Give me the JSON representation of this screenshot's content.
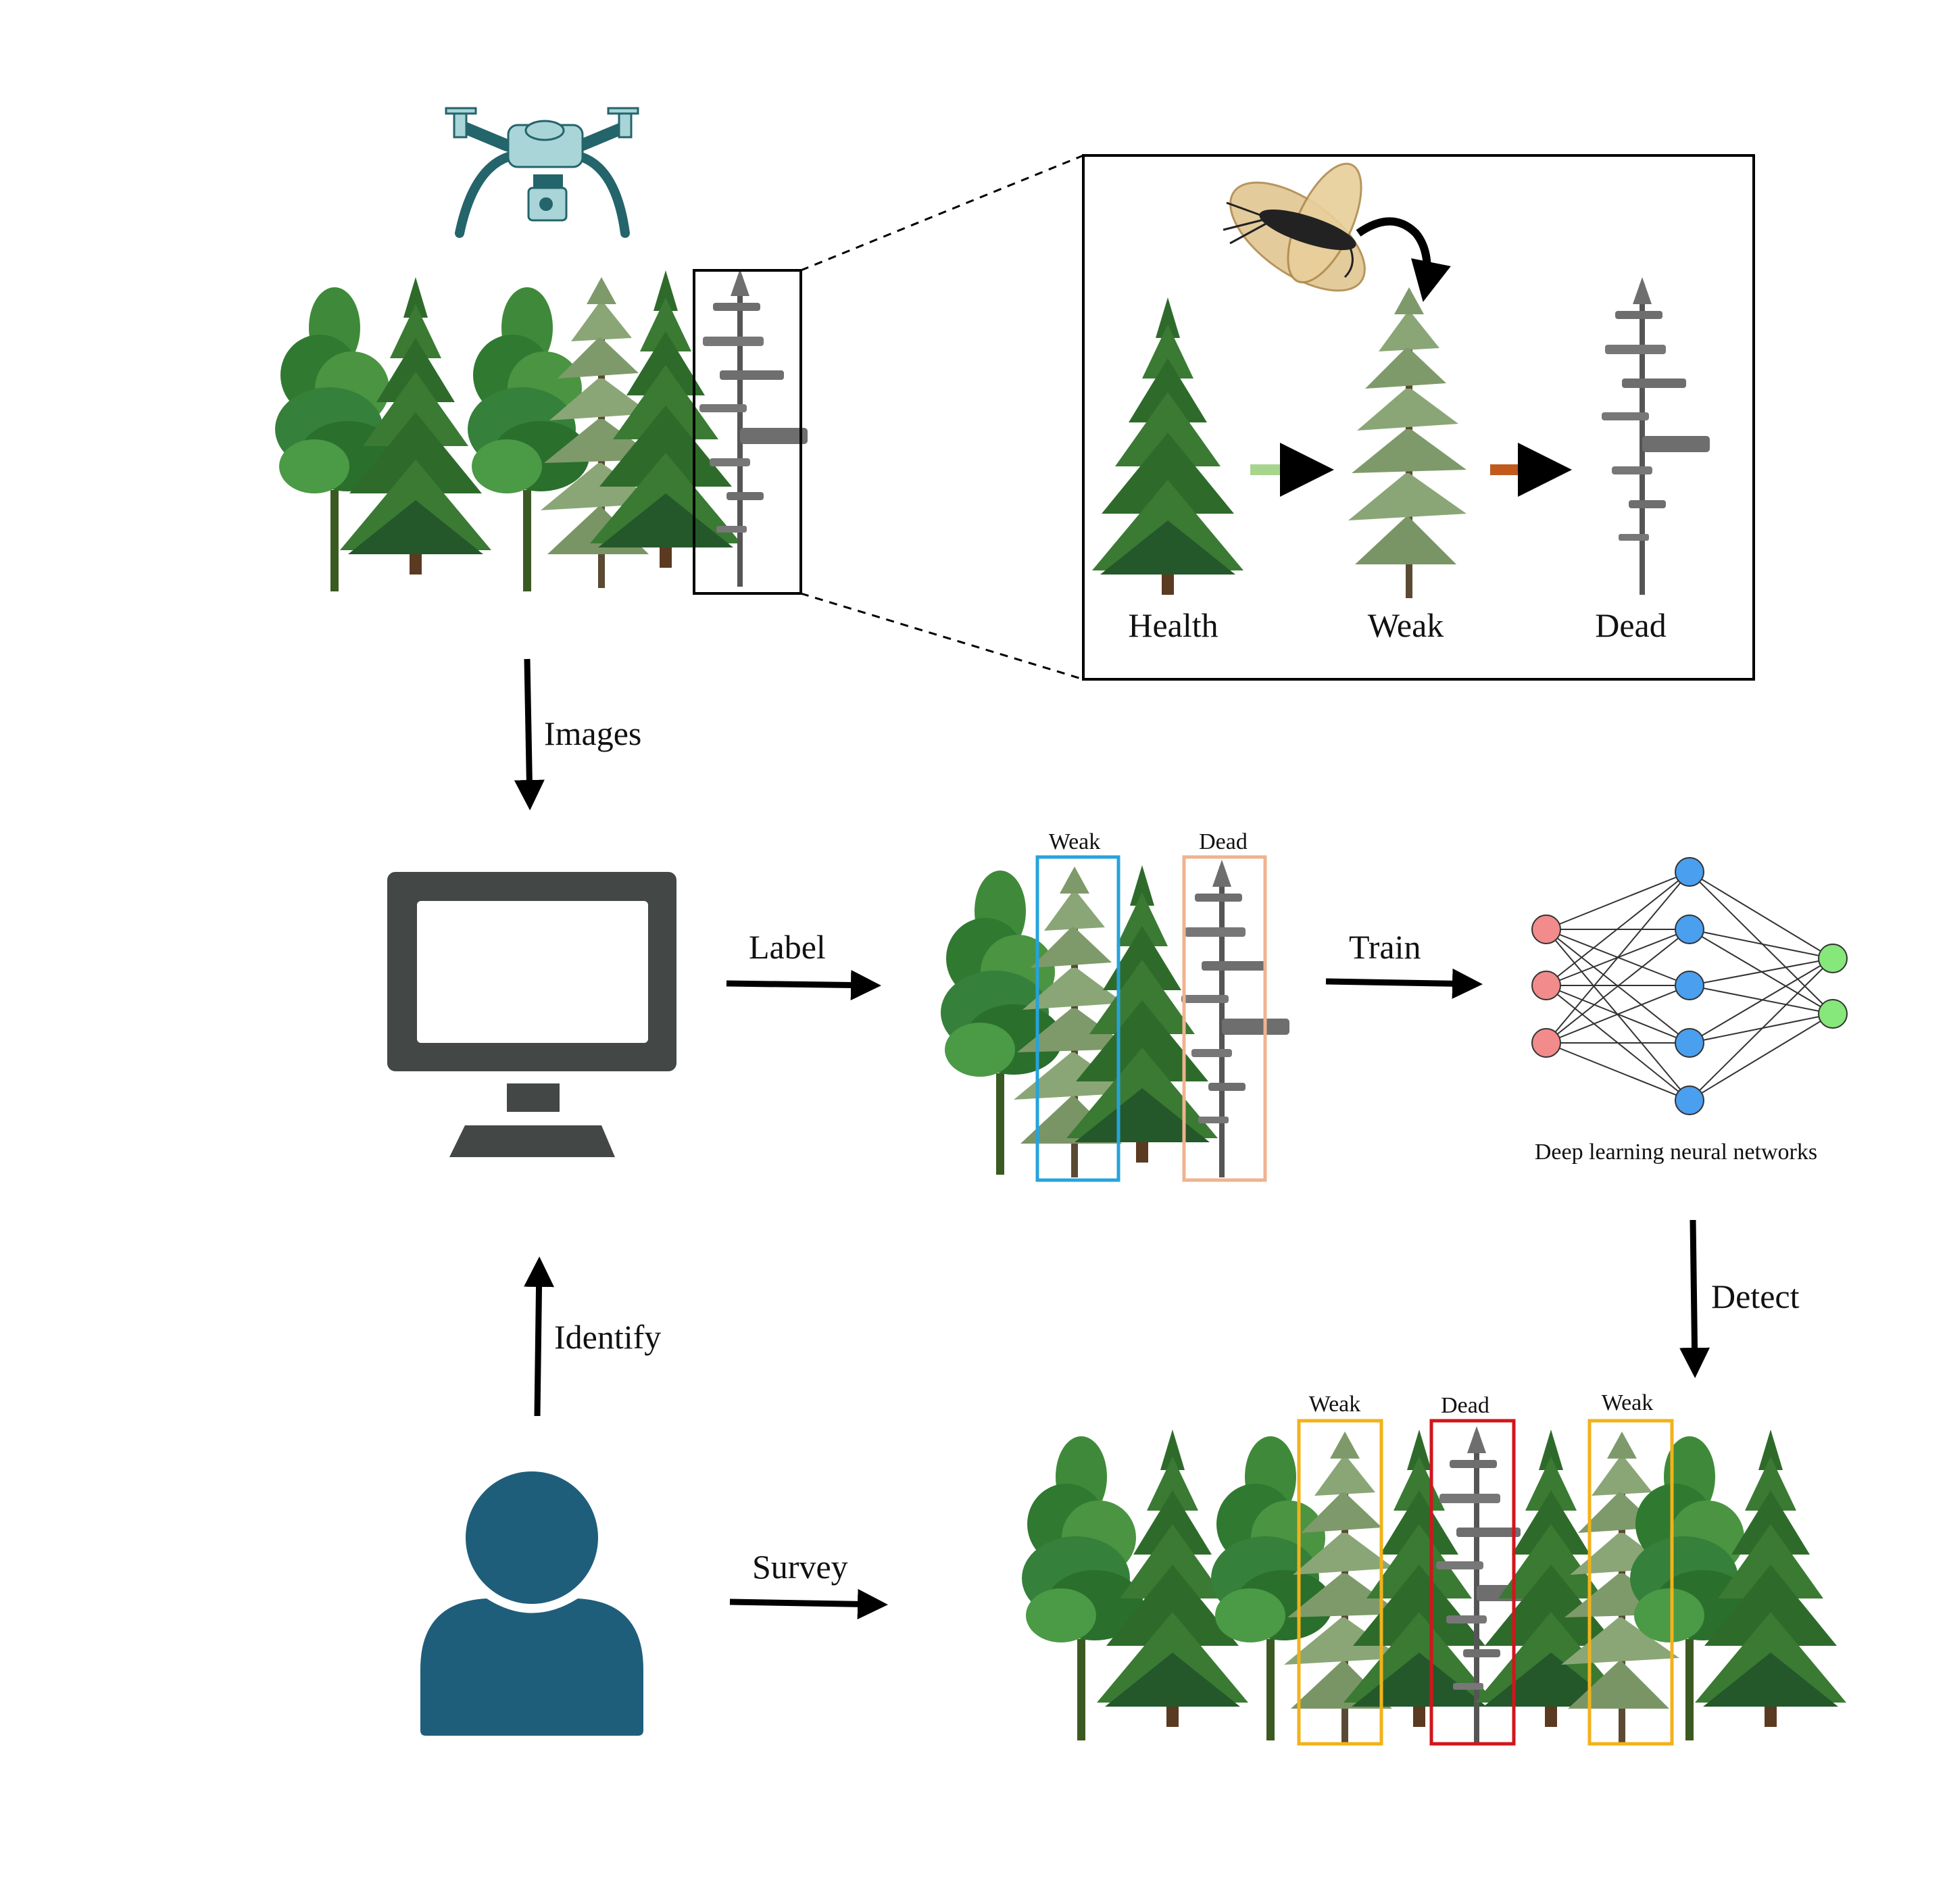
{
  "zoom_panel": {
    "stages": [
      "Health",
      "Weak",
      "Dead"
    ]
  },
  "flow_labels": {
    "images": "Images",
    "label": "Label",
    "train": "Train",
    "detect": "Detect",
    "identify": "Identify",
    "survey": "Survey"
  },
  "labeled_sample": {
    "boxes": [
      "Weak",
      "Dead"
    ]
  },
  "network": {
    "caption": "Deep learning neural networks"
  },
  "detection_result": {
    "boxes": [
      "Weak",
      "Dead",
      "Weak"
    ]
  },
  "colors": {
    "healthy_green": "#2e6b2a",
    "weak_green": "#7e9a6a",
    "dead_gray": "#6e6e6e",
    "trunk_brown": "#5b3a22",
    "drone": "#24646b",
    "drone_light": "#a9d5d8",
    "monitor": "#434746",
    "person": "#1f5e7b",
    "weak_box_blue": "#27a3dc",
    "dead_box_peach": "#eeb38e",
    "detect_weak_box": "#f2b21a",
    "detect_dead_box": "#d0161b",
    "input_node": "#f28b8b",
    "hidden_node": "#4a9fef",
    "output_node": "#86e77a",
    "arrow_healthy_weak": "#a8d58e",
    "arrow_weak_dead": "#c15a1c"
  },
  "icons": [
    "drone-icon",
    "insect-icon",
    "monitor-icon",
    "person-icon"
  ]
}
